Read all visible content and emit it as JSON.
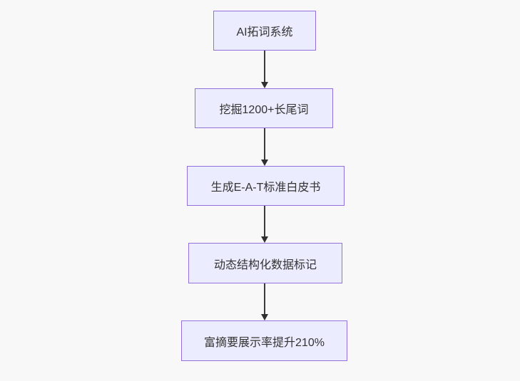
{
  "diagram": {
    "type": "flowchart",
    "direction": "top-down",
    "nodes": [
      {
        "id": "A",
        "label": "AI拓词系统"
      },
      {
        "id": "B",
        "label": "挖掘1200+长尾词"
      },
      {
        "id": "C",
        "label": "生成E-A-T标准白皮书"
      },
      {
        "id": "D",
        "label": "动态结构化数据标记"
      },
      {
        "id": "E",
        "label": "富摘要展示率提升210%"
      }
    ],
    "edges": [
      {
        "from": "A",
        "to": "B"
      },
      {
        "from": "B",
        "to": "C"
      },
      {
        "from": "C",
        "to": "D"
      },
      {
        "from": "D",
        "to": "E"
      }
    ],
    "colors": {
      "background": "#f8f8f8",
      "node_fill": "#ececff",
      "node_border": "#9370db",
      "text": "#333333",
      "arrow": "#333333"
    }
  }
}
